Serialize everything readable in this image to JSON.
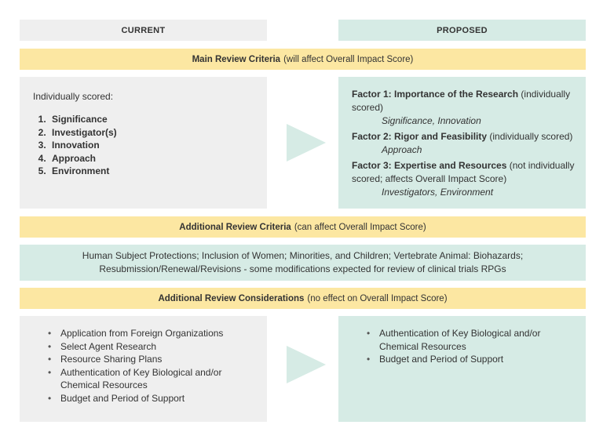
{
  "headers": {
    "current": "CURRENT",
    "proposed": "PROPOSED"
  },
  "main_criteria": {
    "title": "Main Review Criteria",
    "note": "(will affect Overall Impact Score)"
  },
  "current_main": {
    "intro": "Individually scored:",
    "items": [
      "Significance",
      "Investigator(s)",
      "Innovation",
      "Approach",
      "Environment"
    ]
  },
  "proposed_main": {
    "factors": [
      {
        "title": "Factor 1: Importance of the Research",
        "note": "(individually scored)",
        "sub": "Significance, Innovation"
      },
      {
        "title": "Factor 2: Rigor and Feasibility",
        "note": "(individually scored)",
        "sub": "Approach"
      },
      {
        "title": "Factor 3: Expertise and Resources",
        "note": "(not individually scored; affects Overall Impact Score)",
        "sub": "Investigators, Environment"
      }
    ]
  },
  "additional_criteria": {
    "title": "Additional Review Criteria",
    "note": "(can affect Overall Impact Score)",
    "line1": "Human Subject Protections; Inclusion of Women; Minorities, and Children; Vertebrate Animal: Biohazards;",
    "line2": "Resubmission/Renewal/Revisions - some modifications expected for review of clinical trials RPGs"
  },
  "additional_considerations": {
    "title": "Additional Review Considerations",
    "note": "(no effect on Overall Impact Score)"
  },
  "current_considerations": [
    "Application from Foreign Organizations",
    "Select Agent Research",
    "Resource Sharing Plans",
    "Authentication of Key Biological and/or Chemical Resources",
    "Budget and Period of Support"
  ],
  "proposed_considerations": [
    "Authentication of Key Biological and/or Chemical Resources",
    "Budget and Period of Support"
  ],
  "colors": {
    "gray": "#efefef",
    "teal": "#d6ebe5",
    "yellow": "#fce7a2",
    "text": "#333333"
  }
}
